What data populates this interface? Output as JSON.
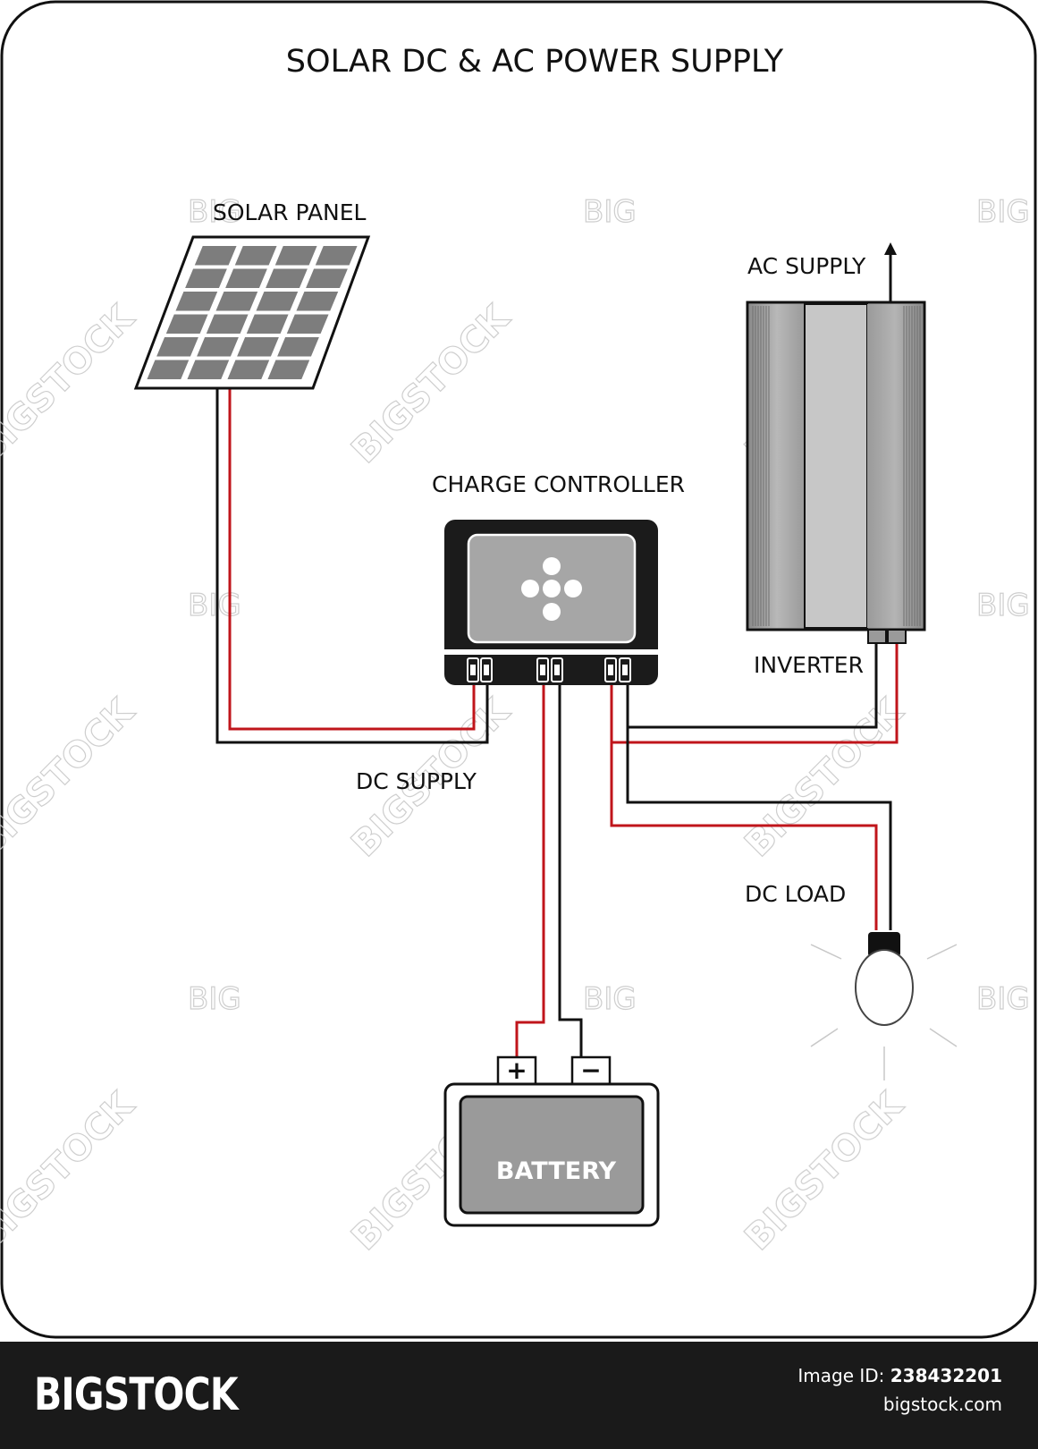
{
  "title": "SOLAR DC & AC POWER SUPPLY",
  "labels": {
    "solar_panel": "SOLAR PANEL",
    "charge_controller": "CHARGE CONTROLLER",
    "ac_supply": "AC SUPPLY",
    "inverter": "INVERTER",
    "dc_supply": "DC SUPPLY",
    "dc_load": "DC LOAD",
    "battery": "BATTERY",
    "battery_plus": "+",
    "battery_minus": "−"
  },
  "watermark": {
    "big": "BIG",
    "bigstock": "BIGSTOCK"
  },
  "footer": {
    "logo": "BIGSTOCK",
    "image_id_label": "Image ID:",
    "image_id": "238432201",
    "site": "bigstock.com"
  },
  "colors": {
    "wire_positive": "#c0151b",
    "wire_negative": "#111111",
    "panel_cell": "#7d7d7d",
    "device_body": "#1b1b1b",
    "battery_body": "#9a9a9a",
    "inverter_body": "#a9a9a9"
  }
}
